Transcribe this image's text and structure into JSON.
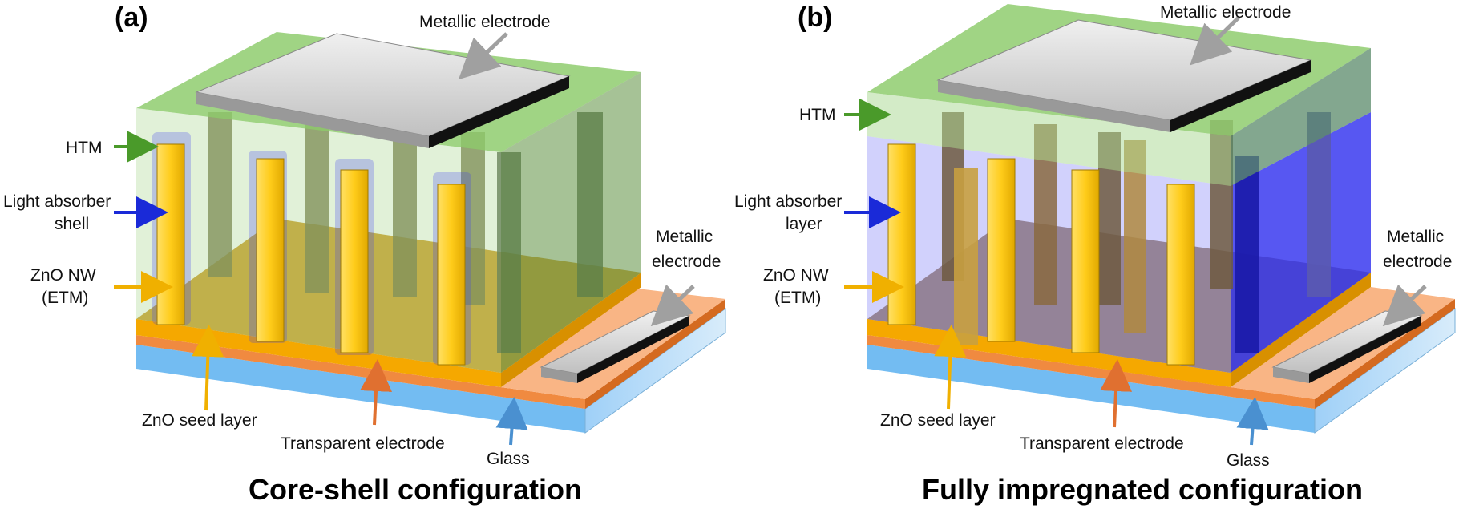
{
  "panels": [
    {
      "letter": "(a)",
      "caption": "Core-shell configuration",
      "labels": {
        "top_electrode": "Metallic electrode",
        "htm": "HTM",
        "absorber_1": "Light absorber",
        "absorber_2": "shell",
        "nw_1": "ZnO NW",
        "nw_2": "(ETM)",
        "side_electrode_1": "Metallic",
        "side_electrode_2": "electrode",
        "seed": "ZnO seed layer",
        "transparent": "Transparent electrode",
        "glass": "Glass"
      }
    },
    {
      "letter": "(b)",
      "caption": "Fully impregnated configuration",
      "labels": {
        "top_electrode": "Metallic electrode",
        "htm": "HTM",
        "absorber_1": "Light absorber",
        "absorber_2": "layer",
        "nw_1": "ZnO NW",
        "nw_2": "(ETM)",
        "side_electrode_1": "Metallic",
        "side_electrode_2": "electrode",
        "seed": "ZnO seed layer",
        "transparent": "Transparent electrode",
        "glass": "Glass"
      }
    }
  ],
  "colors": {
    "htm": "#8fcc6e",
    "absorber": "#3a3af0",
    "zno": "#ffcc1a",
    "seed": "#f5a800",
    "transparent": "#f08a40",
    "glass": "#5ab0f0",
    "metal": "#c8c8c8",
    "arrow_green": "#4a9a2a",
    "arrow_blue": "#1a2ad8",
    "arrow_yellow": "#f0b000",
    "arrow_orange": "#e07030",
    "arrow_lightblue": "#4a90d0",
    "arrow_gray": "#a0a0a0"
  }
}
